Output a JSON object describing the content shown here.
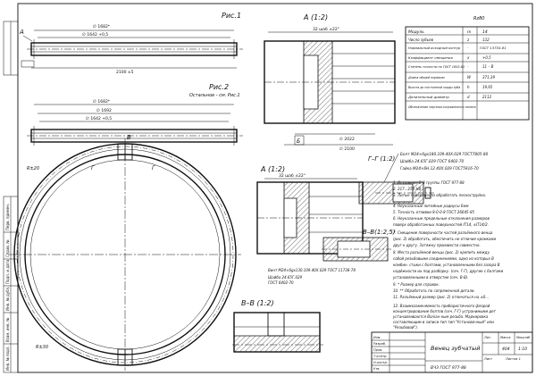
{
  "views": {
    "fig1_label": "Рис.1",
    "fig2_label": "Рис.2",
    "fig2_note": "Остальное - см. Рис.1",
    "detail_A_label": "А (1:2)",
    "detail_A2_label": "А (1:2)",
    "section_BB_label": "В–В (1:2)",
    "section_GG_label": "Г–Г (1:2)",
    "section_V1_label": "В–В(1:2,5)",
    "mark_A": "А",
    "mark_B": "Б",
    "mark_V": "В",
    "mark_G": "Г"
  },
  "dimensions": {
    "d1": "∅ 1682*",
    "d2": "∅ 1642 +0,5",
    "d3": "∅ 1692",
    "d4": "∅ 1642 +0,5",
    "d5": "2100 ±5",
    "d6": "∅ 1682*",
    "d7": "∅ 1692",
    "d8": "∅ 2022",
    "d9": "∅ 2100",
    "r1": "R±20",
    "r2": "R±30",
    "m1": "32 шаб ±22°",
    "m2": "32 шаб ±22°"
  },
  "spec_table": {
    "corner": "Rz80",
    "headers": [
      "Модуль",
      "m",
      "14"
    ],
    "rows": [
      {
        "name": "Число зубьев",
        "sym": "z",
        "val": "132"
      },
      {
        "name": "Нормальный исходный контур",
        "sym": "-",
        "val": "ГОСТ 13755-81"
      },
      {
        "name": "Коэффициент смещения",
        "sym": "x",
        "val": "+0,5"
      },
      {
        "name": "Степень точности по ГОСТ 1643-81",
        "sym": "-",
        "val": "11 – В"
      },
      {
        "name": "Длина общей нормали",
        "sym": "W",
        "val": "371,39"
      },
      {
        "name": "Высота до постоянной хорды зуба",
        "sym": "h",
        "val": "19,65"
      },
      {
        "name": "Делительный диаметр",
        "sym": "d",
        "val": "2112"
      },
      {
        "name": "Обозначение чертежа сопряженного колеса",
        "sym": "-",
        "val": ""
      }
    ]
  },
  "callouts": {
    "c1": "Болт М24×6gx180.109.40Х.029 ГОСТ7805-80",
    "c2": "Шайба 24.65Г.029 ГОСТ 6402-70",
    "c3": "Гайка М24×6Н.12.40Х.029 ГОСТ5916-70",
    "c4": "Винт М24×6gx130.109.40Х.029 ГОСТ 11738-78",
    "c5": "Шайба 24.65Г.029",
    "c6": "ГОСТ 6402-70"
  },
  "notes": {
    "n1": "1. Остальное В-8 группы ГОСТ 977-88",
    "n2": "2. 217...255 НВ",
    "n3": "3. Литые поверхности обработать пескоструйно.",
    "n4": "4. Неуказанные литейные радиусы 6мм",
    "n5": "5. Точность отливки 8-0-0-8 ГОСТ 26645-85",
    "n6": "6. Неуказанные предельные отклонения размеров",
    "n7": "поверх обработанных поверхностей IT14, ±IT14/2.",
    "n8": "7. Смещение поверхности частей разъёмного венца",
    "n9": "(рис. 2) обработать, обеспечить не отличие кромками",
    "n10": "друг к другу. Затяжку произвести совместно.",
    "n11": "8. Места разъёмной венцы (рис. 2) крепить между",
    "n12": "собой резьбовыми соединениями, одно из которых В",
    "n13": "комбин. стыки с болтами, установленными без зазора В",
    "n14": "надёжности их под разборку. (сеч. Г-Г), другие с болтами",
    "n15": "установленными в отверстие (сеч. В-В).",
    "n16": "9. * Размер для справок.",
    "n17": "10. ** Обработать по сопряженной детали.",
    "n18": "11. Разъёмный размер (рис. 2) отличаться на ±0...",
    "n19": "12. Взаимозаменяемость прибористичного флорой",
    "n20": "концентрирование болтов (сеч. Г-Г) устранимыми дет",
    "n21": "устанавливаются Boniaн-ным резьба. Маркировка",
    "n22": "составляющим в записи тип тип \"Установочный\" или",
    "n23": "\"Резьбовой\")."
  },
  "title_block": {
    "name": "Венец зубчатый",
    "material": "ВЧЗ ГОСТ 977-88",
    "lit_label": "Лит.",
    "mass_label": "Масса",
    "scale_label": "Масштаб",
    "mass_value": "404",
    "scale_value": "1:10",
    "sheet_label": "Лист",
    "sheets_label": "Листов 1",
    "rows": [
      "Изм.",
      "Разраб.",
      "Пров.",
      "Т.контр.",
      "Н.контр.",
      "Утв."
    ]
  },
  "left_strip": [
    "Перв. примен.",
    "Справ. №",
    "Подп. и дата",
    "Инв. № дубл.",
    "Взам. инв. №",
    "Подп. и дата",
    "Инв. № подл."
  ]
}
